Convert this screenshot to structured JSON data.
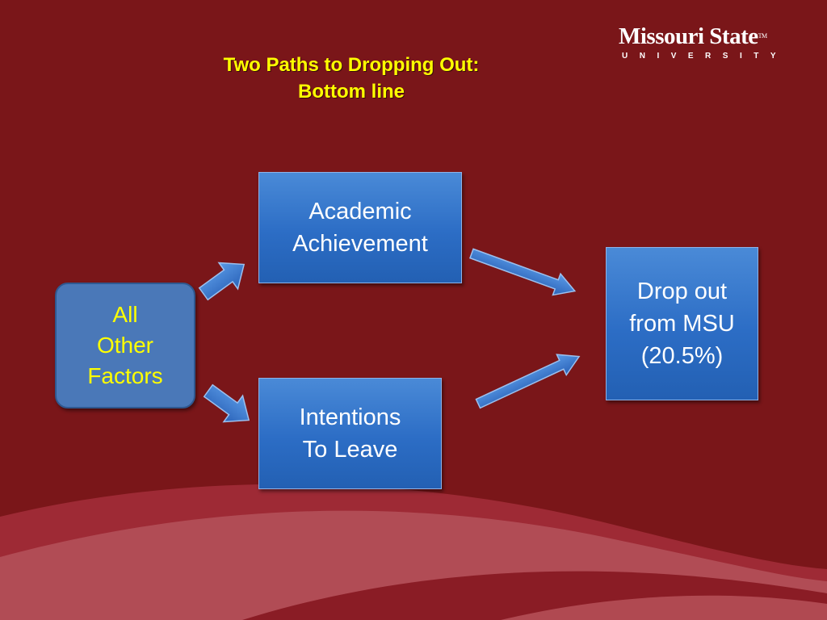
{
  "title": {
    "line1": "Two Paths to Dropping Out:",
    "line2": "Bottom line"
  },
  "logo": {
    "name": "Missouri State",
    "trademark": "TM",
    "subtitle": "UNIVERSITY"
  },
  "nodes": {
    "factors": "All\nOther\nFactors",
    "academic": "Academic\nAchievement",
    "intentions": "Intentions\nTo Leave",
    "dropout": "Drop out\nfrom MSU\n(20.5%)"
  },
  "colors": {
    "background": "#7a1619",
    "title": "#ffff00",
    "box_blue": "#2c6dc5",
    "factors_box": "#4a78b8",
    "factors_text": "#ffff00",
    "arrow": "#3377cc"
  }
}
